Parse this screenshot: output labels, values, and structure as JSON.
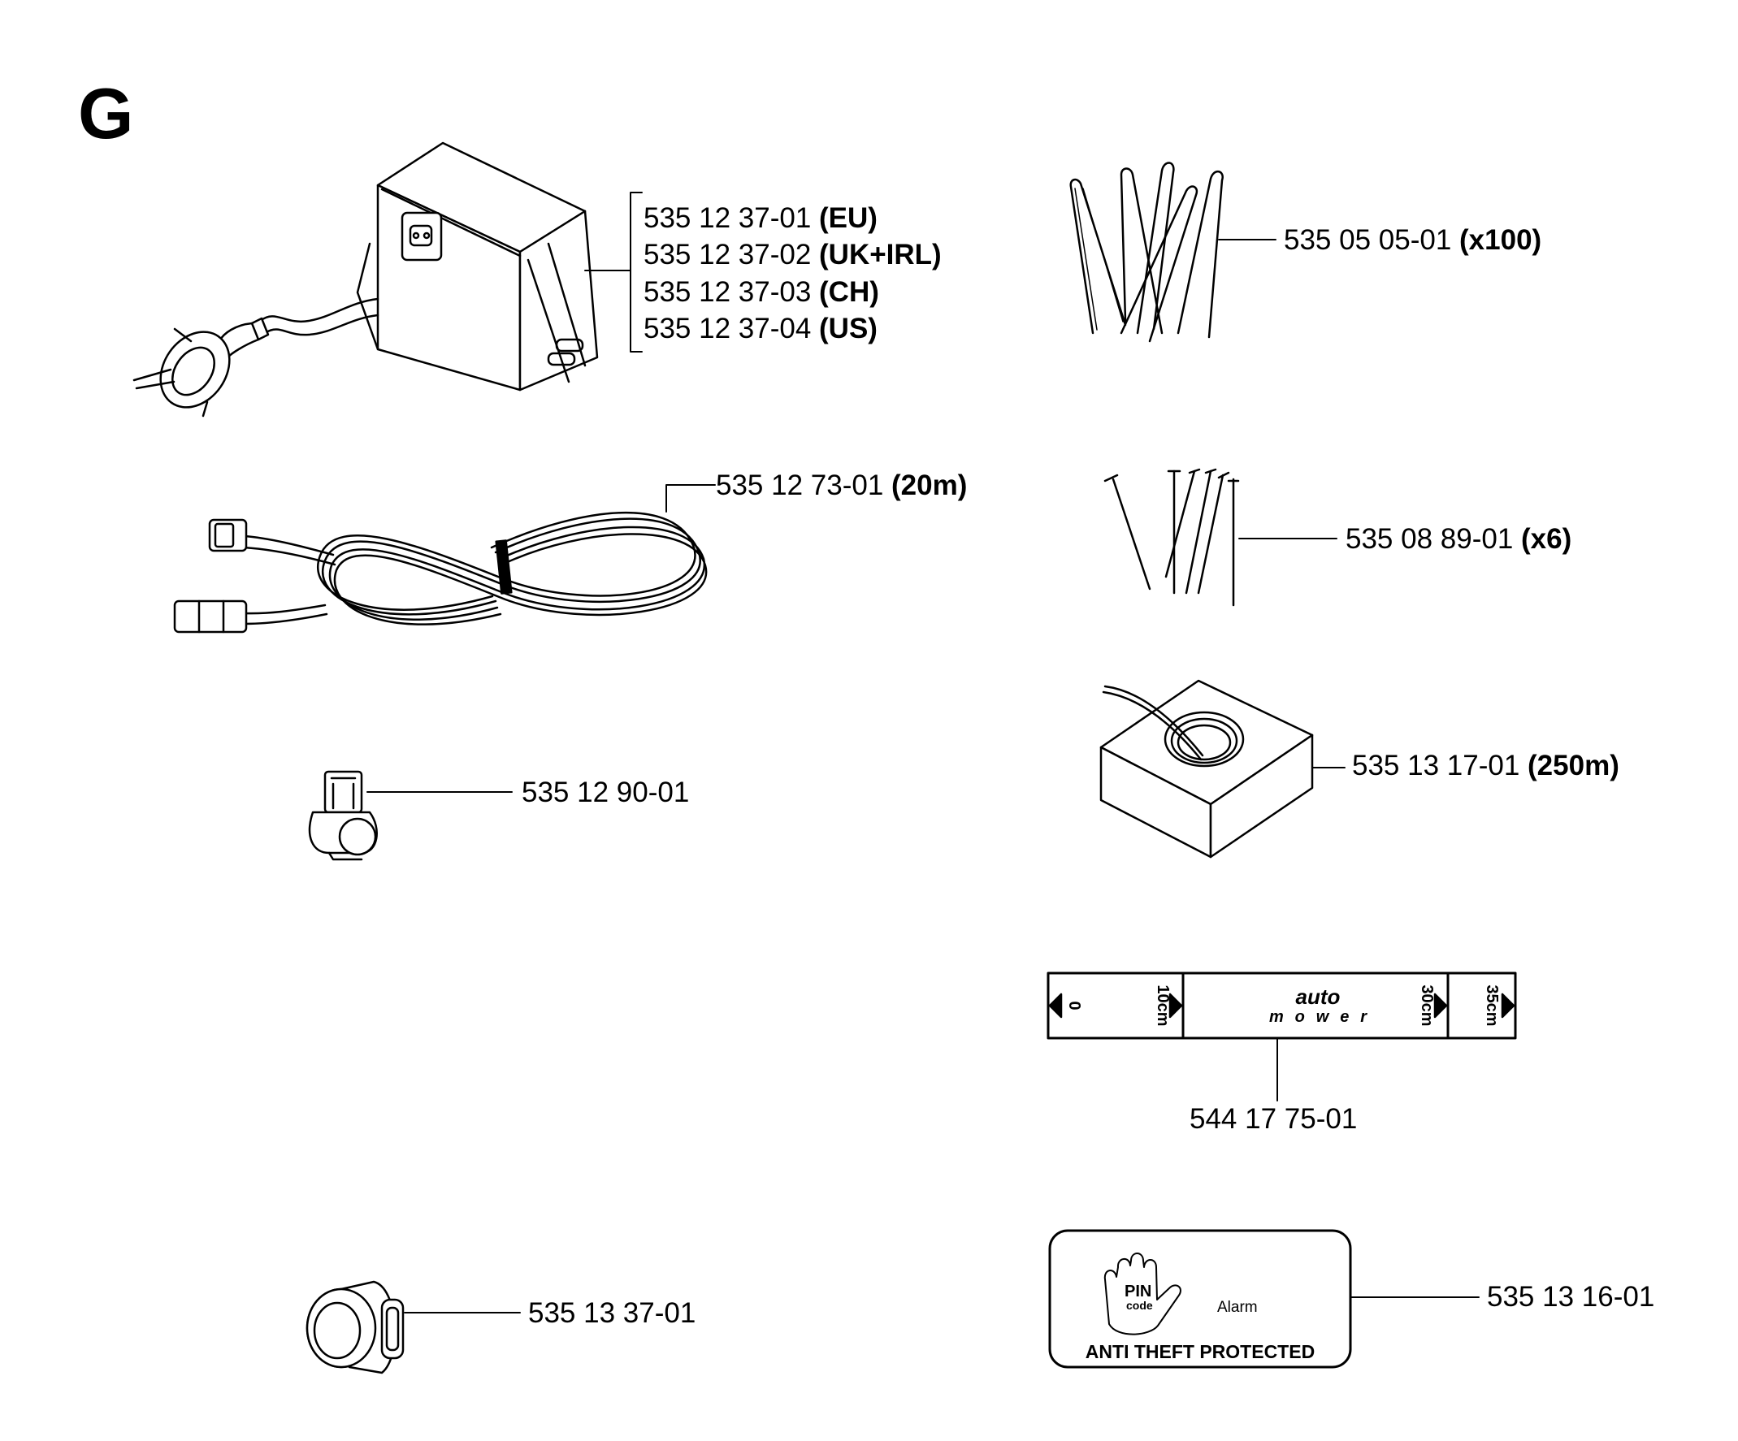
{
  "section_letter": "G",
  "parts": {
    "transformer": {
      "numbers": [
        "535 12 37-01",
        "535 12 37-02",
        "535 12 37-03",
        "535 12 37-04"
      ],
      "variants": [
        "(EU)",
        "(UK+IRL)",
        "(CH)",
        "(US)"
      ]
    },
    "extension_cable": {
      "number": "535 12 73-01",
      "qualifier": "(20m)"
    },
    "coupler": {
      "number": "535 12 90-01"
    },
    "connector": {
      "number": "535 13 37-01"
    },
    "staples": {
      "number": "535 05 05-01",
      "qualifier": "(x100)"
    },
    "pegs": {
      "number": "535 08 89-01",
      "qualifier": "(x6)"
    },
    "wire_reel": {
      "number": "535 13 17-01",
      "qualifier": "(250m)"
    },
    "measure_label": {
      "number": "544 17 75-01",
      "marks": [
        "0",
        "10cm",
        "30cm",
        "35cm"
      ],
      "brand_top": "auto",
      "brand_bottom": "mower"
    },
    "theft_sticker": {
      "number": "535 13 16-01",
      "pin": "PIN",
      "code": "code",
      "alarm": "Alarm",
      "caption": "ANTI THEFT PROTECTED"
    }
  }
}
